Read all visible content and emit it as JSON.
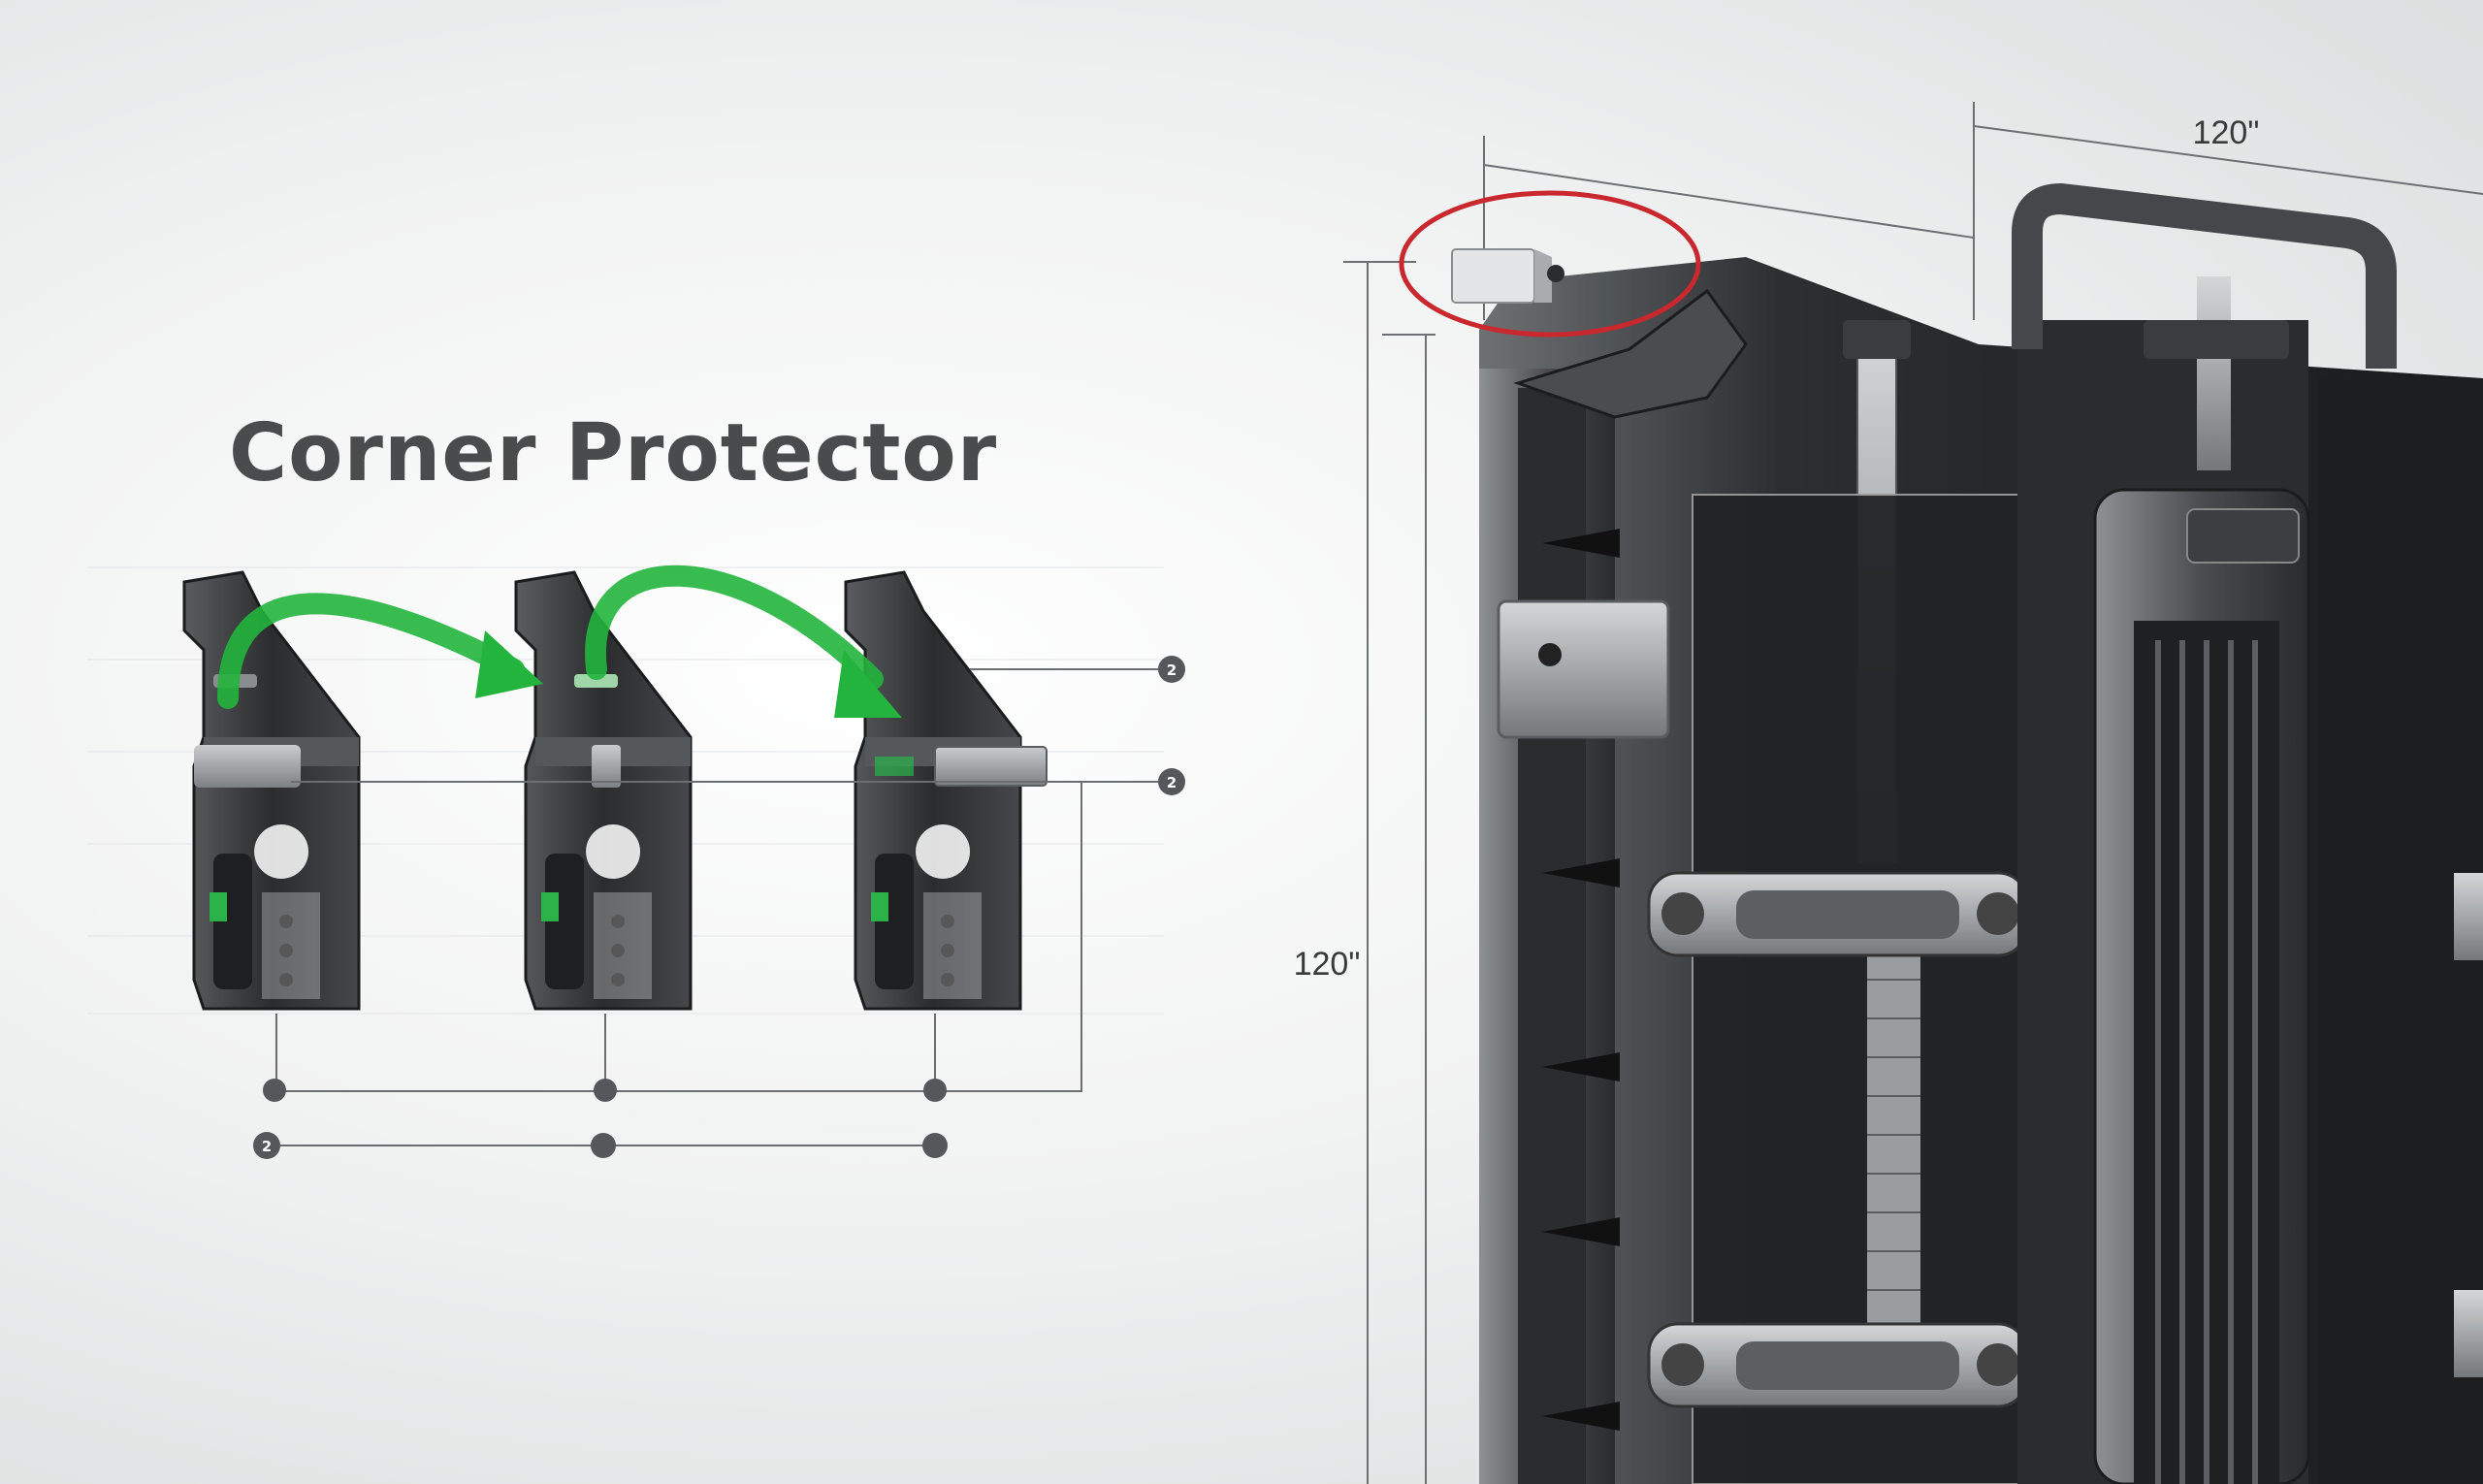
{
  "title": "Corner Protector",
  "callouts": {
    "top": "2",
    "middle": "2",
    "bottom_left": "2"
  },
  "dimensions": {
    "width_label": "120\"",
    "height_label": "120\""
  },
  "colors": {
    "arrow": "#22b43c",
    "highlight_ring": "#c8282e",
    "bracket_body": "#2b2d2f",
    "callout_dot": "#55575a"
  },
  "icons": {
    "step_arrow_1": "curved-arrow-icon",
    "step_arrow_2": "curved-arrow-icon",
    "highlight": "circle-highlight"
  }
}
